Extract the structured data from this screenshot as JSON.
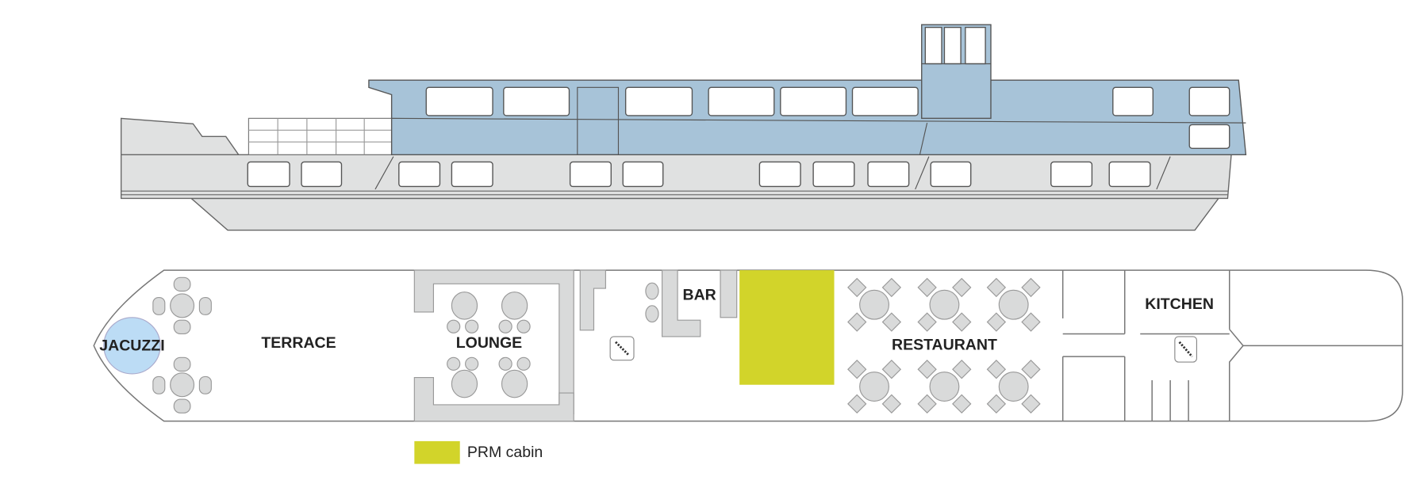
{
  "deck_plan": {
    "areas": {
      "jacuzzi": "JACUZZI",
      "terrace": "TERRACE",
      "lounge": "LOUNGE",
      "bar": "BAR",
      "restaurant": "RESTAURANT",
      "kitchen": "KITCHEN"
    },
    "legend": {
      "label": "PRM cabin"
    }
  },
  "colors": {
    "prm_cabin": "#d2d42a",
    "jacuzzi": "#bcdcf5",
    "superstructure": "#a7c3d8",
    "hull": "#e0e1e1",
    "furniture": "#d9dada"
  }
}
